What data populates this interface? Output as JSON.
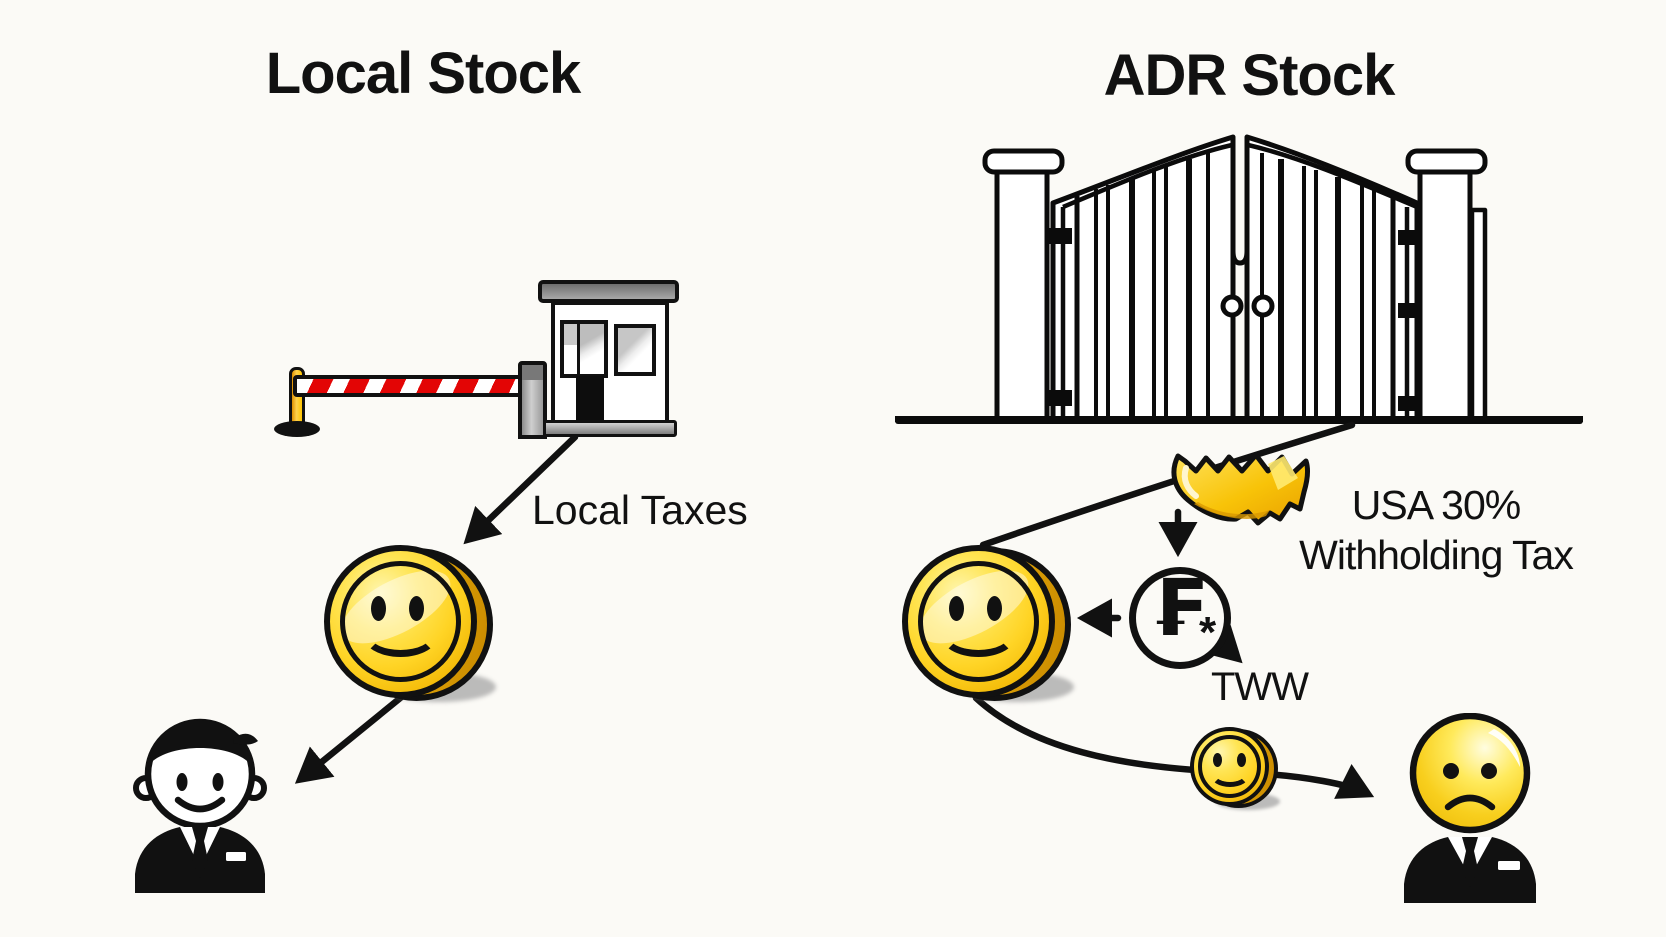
{
  "left_panel": {
    "title": "Local Stock",
    "flow_label": "Local Taxes"
  },
  "right_panel": {
    "title": "ADR Stock",
    "withholding_label_line1": "USA 30%",
    "withholding_label_line2": "Withholding Tax",
    "depositary_fee_label": "TWW",
    "fee_currency_symbol": "₣",
    "fee_star": "*"
  },
  "colors": {
    "background": "#FBFAF6",
    "ink": "#111111",
    "coin_gold": "#FFD425",
    "coin_gold_deep": "#EAA800",
    "barrier_stripe_red": "#E30505",
    "barrier_pole_yellow": "#FFC400",
    "suit_black": "#111111",
    "shadow_gray": "#A6A6A6"
  },
  "icons": {
    "left": [
      "boom-barrier-icon",
      "toll-booth-icon",
      "smiley-coin-icon",
      "happy-investor-icon"
    ],
    "right": [
      "iron-gate-icon",
      "bitten-coin-piece-icon",
      "smiley-coin-icon",
      "currency-fee-circle-icon",
      "small-smiley-coin-icon",
      "sad-investor-icon"
    ]
  }
}
